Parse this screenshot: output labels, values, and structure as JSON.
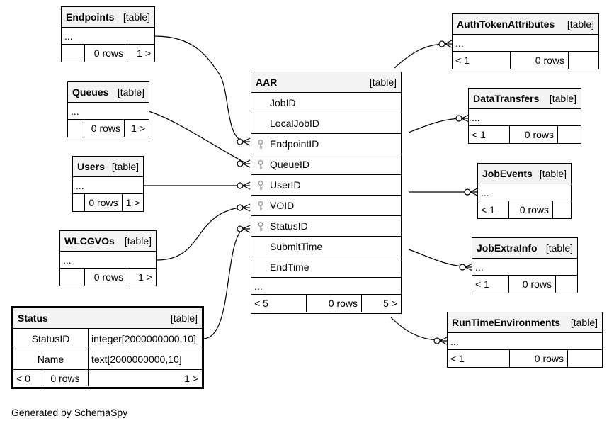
{
  "tables": {
    "endpoints": {
      "name": "Endpoints",
      "kind": "[table]",
      "cols": "...",
      "parents": "",
      "rows": "0 rows",
      "children": "1 >"
    },
    "queues": {
      "name": "Queues",
      "kind": "[table]",
      "cols": "...",
      "parents": "",
      "rows": "0 rows",
      "children": "1 >"
    },
    "users": {
      "name": "Users",
      "kind": "[table]",
      "cols": "...",
      "parents": "",
      "rows": "0 rows",
      "children": "1 >"
    },
    "wlcgvos": {
      "name": "WLCGVOs",
      "kind": "[table]",
      "cols": "...",
      "parents": "",
      "rows": "0 rows",
      "children": "1 >"
    },
    "status": {
      "name": "Status",
      "kind": "[table]",
      "columns": [
        {
          "name": "StatusID",
          "type": "integer[2000000000,10]"
        },
        {
          "name": "Name",
          "type": "text[2000000000,10]"
        }
      ],
      "parents": "< 0",
      "rows": "0 rows",
      "children": "1 >"
    },
    "aar": {
      "name": "AAR",
      "kind": "[table]",
      "columns": [
        "JobID",
        "LocalJobID",
        "EndpointID",
        "QueueID",
        "UserID",
        "VOID",
        "StatusID",
        "SubmitTime",
        "EndTime"
      ],
      "cols": "...",
      "parents": "< 5",
      "rows": "0 rows",
      "children": "5 >"
    },
    "authtoken": {
      "name": "AuthTokenAttributes",
      "kind": "[table]",
      "cols": "...",
      "parents": "< 1",
      "rows": "0 rows",
      "children": ""
    },
    "datatransfers": {
      "name": "DataTransfers",
      "kind": "[table]",
      "cols": "...",
      "parents": "< 1",
      "rows": "0 rows",
      "children": ""
    },
    "jobevents": {
      "name": "JobEvents",
      "kind": "[table]",
      "cols": "...",
      "parents": "< 1",
      "rows": "0 rows",
      "children": ""
    },
    "jobextrainfo": {
      "name": "JobExtraInfo",
      "kind": "[table]",
      "cols": "...",
      "parents": "< 1",
      "rows": "0 rows",
      "children": ""
    },
    "runtime": {
      "name": "RunTimeEnvironments",
      "kind": "[table]",
      "cols": "...",
      "parents": "< 1",
      "rows": "0 rows",
      "children": ""
    }
  },
  "footer": "Generated by SchemaSpy",
  "icons": {
    "foreign_key": "key-icon"
  }
}
